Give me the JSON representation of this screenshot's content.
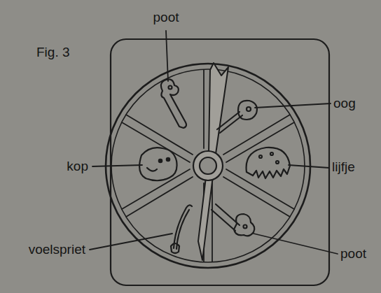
{
  "diagram": {
    "title": "Fig. 3",
    "labels": [
      "poot",
      "oog",
      "kop",
      "lijfje",
      "voelspriet",
      "poot"
    ]
  }
}
